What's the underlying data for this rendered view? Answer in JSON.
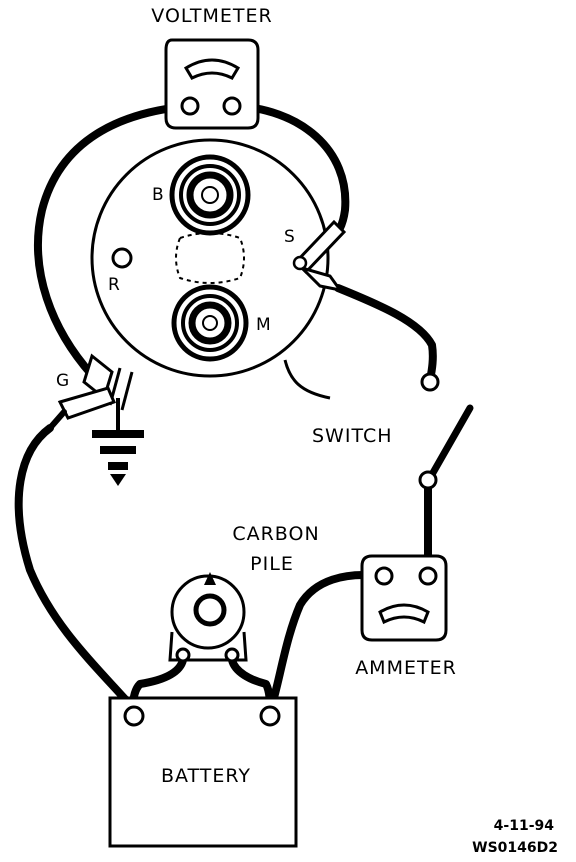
{
  "labels": {
    "voltmeter": "VOLTMETER",
    "terminal_b": "B",
    "terminal_s": "S",
    "terminal_r": "R",
    "terminal_m": "M",
    "terminal_g": "G",
    "switch": "SWITCH",
    "carbon_pile_line1": "CARBON",
    "carbon_pile_line2": "PILE",
    "ammeter": "AMMETER",
    "battery": "BATTERY",
    "date": "4-11-94",
    "figure_code": "WS0146D2"
  },
  "colors": {
    "ink": "#000000",
    "paper": "#ffffff"
  }
}
